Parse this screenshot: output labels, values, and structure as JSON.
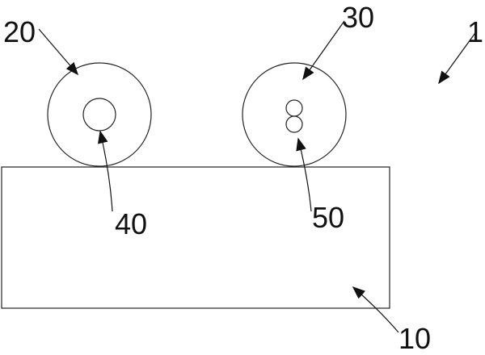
{
  "figure": {
    "labels": {
      "assembly": "1",
      "base": "10",
      "left_disc": "20",
      "right_disc": "30",
      "single_hole": "40",
      "double_hole": "50"
    }
  }
}
